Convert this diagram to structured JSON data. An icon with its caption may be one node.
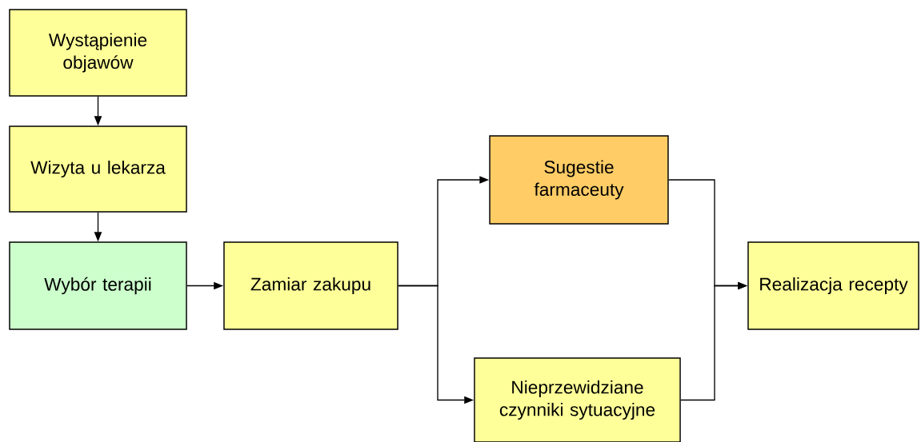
{
  "diagram": {
    "nodes": [
      {
        "text": [
          "Wystąpienie objawów"
        ]
      },
      {
        "text": [
          "Wizyta u lekarza"
        ]
      },
      {
        "text": [
          "Wybór terapii"
        ]
      },
      {
        "text": [
          "Zamiar zakupu"
        ]
      },
      {
        "text": [
          "Sugestie farmaceuty"
        ]
      },
      {
        "text": [
          "Nieprzewidziane czynniki sytuacyjne"
        ]
      },
      {
        "text": [
          "Realizacja recepty"
        ]
      }
    ],
    "edges": [
      {
        "from": 0,
        "to": 1,
        "arrow": "to"
      },
      {
        "from": 1,
        "to": 2,
        "arrow": "to"
      },
      {
        "from": 2,
        "to": 3,
        "arrow": "to"
      },
      {
        "from": 3,
        "to": 4,
        "arrow": "to"
      },
      {
        "from": 3,
        "to": 5,
        "arrow": "to"
      },
      {
        "from": 4,
        "to": 6,
        "arrow": "to"
      },
      {
        "from": 5,
        "to": 6,
        "arrow": "to"
      }
    ]
  }
}
